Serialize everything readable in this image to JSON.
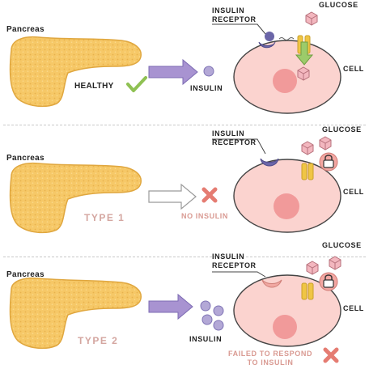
{
  "panels": [
    {
      "id": "healthy",
      "pancreas_label": "Pancreas",
      "status_label": "HEALTHY",
      "insulin_label": "INSULIN",
      "receptor_label": "INSULIN\nRECEPTOR",
      "glucose_label": "GLUCOSE",
      "cell_label": "CELL",
      "status_icon": "check-icon",
      "status_color": "#8fc153"
    },
    {
      "id": "type1",
      "pancreas_label": "Pancreas",
      "status_label": "TYPE 1",
      "insulin_label": "NO INSULIN",
      "receptor_label": "INSULIN\nRECEPTOR",
      "glucose_label": "GLUCOSE",
      "cell_label": "CELL",
      "status_icon": "cross-icon",
      "status_color": "#e57c72"
    },
    {
      "id": "type2",
      "pancreas_label": "Pancreas",
      "status_label": "TYPE 2",
      "insulin_label": "INSULIN",
      "receptor_label": "INSULIN\nRECEPTOR",
      "glucose_label": "GLUCOSE",
      "cell_label": "CELL",
      "failed_label": "FAILED TO RESPOND\nTO INSULIN",
      "status_icon": "cross-icon",
      "status_color": "#e57c72"
    }
  ],
  "colors": {
    "pancreas_fill": "#f6c867",
    "pancreas_stroke": "#e0a73f",
    "arrow_purple": "#a893d1",
    "insulin_dot": "#b3a8d6",
    "receptor": "#6b66a8",
    "cell_fill": "#fbd3cf",
    "nucleus": "#f19a9a",
    "channel": "#f0c544",
    "glucose": "#f3b7bf",
    "lock_bg": "#f3a7a2"
  }
}
